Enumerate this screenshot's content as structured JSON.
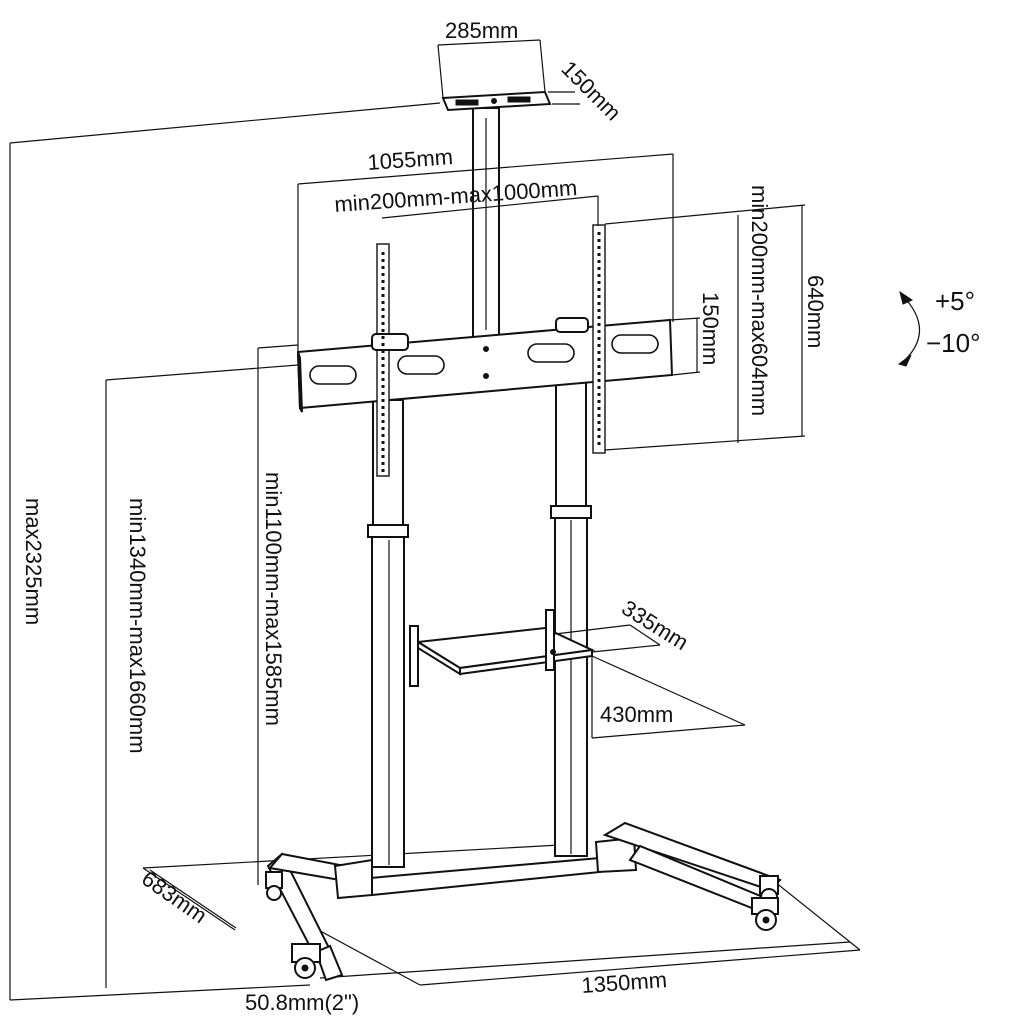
{
  "diagram": {
    "dimensions": {
      "camera_shelf_width": "285mm",
      "camera_shelf_depth": "150mm",
      "bracket_width": "1055mm",
      "vesa_horizontal": "min200mm-max1000mm",
      "vesa_vertical": "min200mm-max604mm",
      "bracket_height": "640mm",
      "crossbar_height": "150mm",
      "tilt_up": "+5°",
      "tilt_down": "−10°",
      "overall_height": "max2325mm",
      "screen_center_height": "min1340mm-max1660mm",
      "bracket_bottom_height": "min1100mm-max1585mm",
      "av_shelf_depth": "335mm",
      "av_shelf_width": "430mm",
      "base_depth": "683mm",
      "base_width": "1350mm",
      "caster_size": "50.8mm(2\")"
    }
  }
}
